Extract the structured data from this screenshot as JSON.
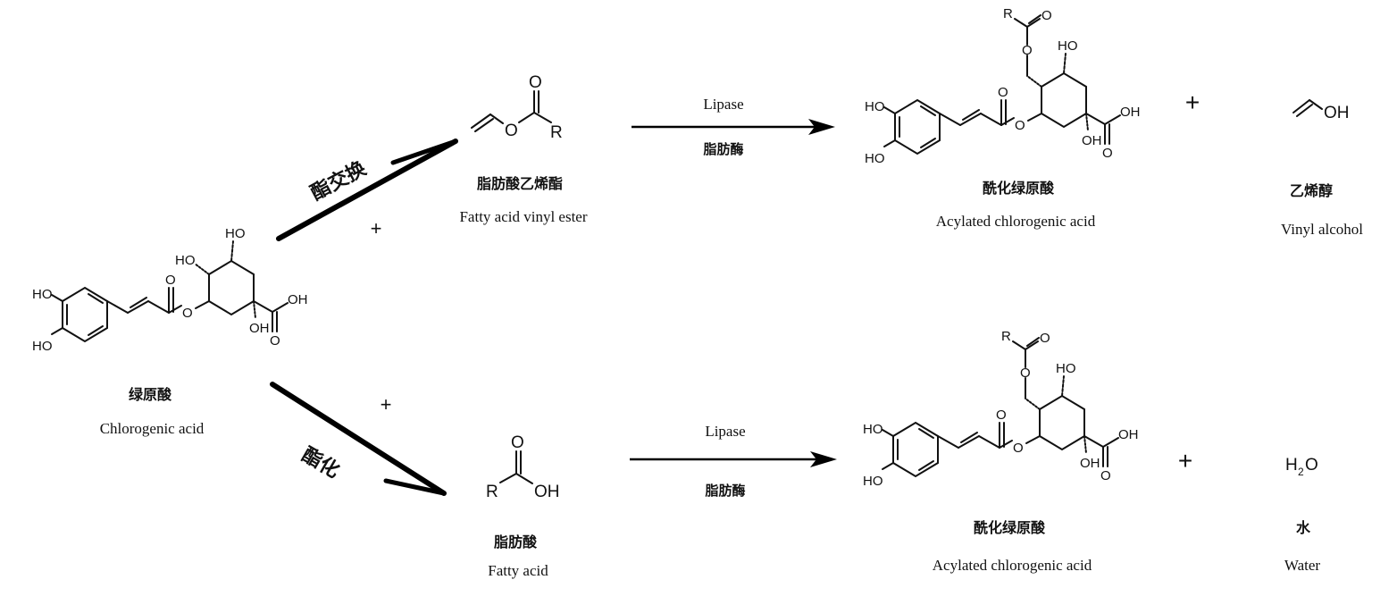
{
  "chlorogenic_acid": {
    "name_cn": "绿原酸",
    "name_en": "Chlorogenic acid"
  },
  "fatty_acid_vinyl_ester": {
    "name_cn": "脂肪酸乙烯酯",
    "name_en": "Fatty acid vinyl ester"
  },
  "fatty_acid": {
    "name_cn": "脂肪酸",
    "name_en": "Fatty acid"
  },
  "acylated_product_top": {
    "name_cn": "酰化绿原酸",
    "name_en": "Acylated chlorogenic acid"
  },
  "acylated_product_bottom": {
    "name_cn": "酰化绿原酸",
    "name_en": "Acylated chlorogenic acid"
  },
  "vinyl_alcohol": {
    "name_cn": "乙烯醇",
    "name_en": "Vinyl alcohol"
  },
  "water": {
    "name_cn": "水",
    "name_en": "Water"
  },
  "top_route": {
    "label_cn": "酯交换",
    "catalyst_en": "Lipase",
    "catalyst_cn": "脂肪酶"
  },
  "bottom_route": {
    "label_cn": "酯化",
    "catalyst_en": "Lipase",
    "catalyst_cn": "脂肪酶"
  },
  "symbols": {
    "plus": "+",
    "small_plus": "+"
  },
  "atoms": {
    "HO": "HO",
    "OH": "OH",
    "O": "O",
    "R": "R",
    "H2O_H": "H",
    "H2O_2": "2",
    "H2O_O": "O"
  }
}
